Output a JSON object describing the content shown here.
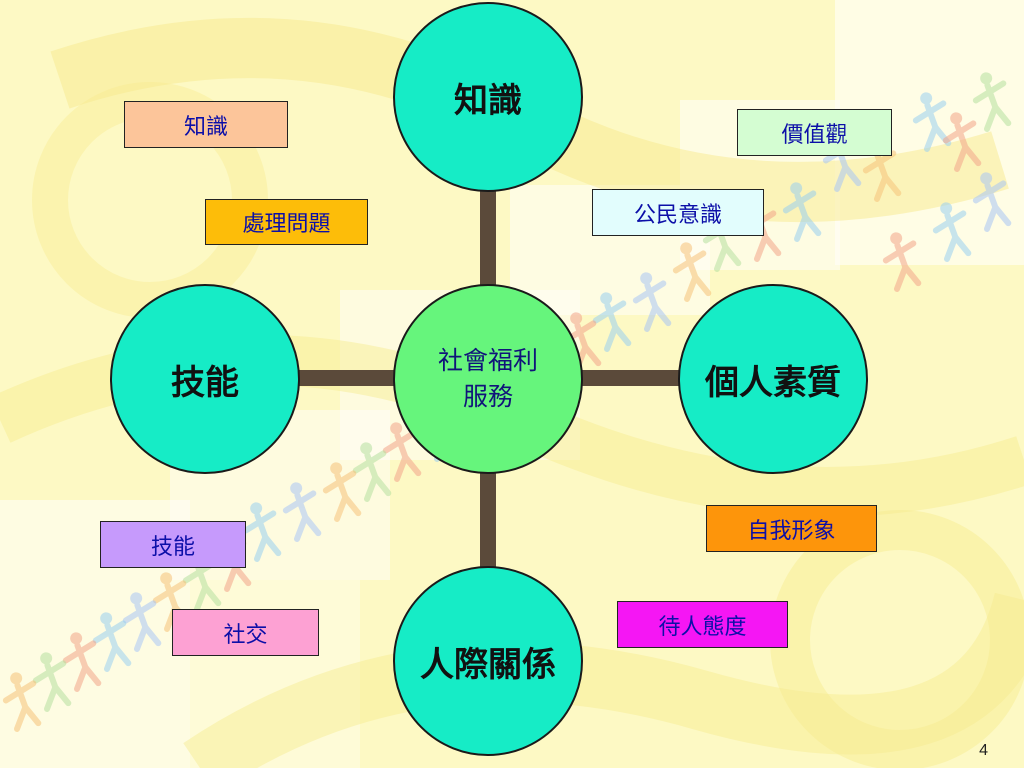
{
  "center": {
    "line1": "社會福利",
    "line2": "服務"
  },
  "nodes": {
    "top": "知識",
    "left": "技能",
    "right": "個人素質",
    "bottom": "人際關係"
  },
  "labels": {
    "knowledge": {
      "text": "知識",
      "color": "#fcc59a"
    },
    "values": {
      "text": "價值觀",
      "color": "#d4fdd2"
    },
    "problem_solving": {
      "text": "處理問題",
      "color": "#fdbd09"
    },
    "civic_awareness": {
      "text": "公民意識",
      "color": "#e2fdfd"
    },
    "self_image": {
      "text": "自我形象",
      "color": "#fd950b"
    },
    "skills": {
      "text": "技能",
      "color": "#c69afc"
    },
    "attitude": {
      "text": "待人態度",
      "color": "#f516f4"
    },
    "social": {
      "text": "社交",
      "color": "#fda1d3"
    }
  },
  "page_number": "4",
  "colors": {
    "background": "#fdf9c4",
    "circle_outer": "#16ecc6",
    "circle_center": "#66f57c",
    "connector": "#5b4a3a",
    "label_text": "#0c0fa8"
  },
  "decoration": "running-people-watermark"
}
